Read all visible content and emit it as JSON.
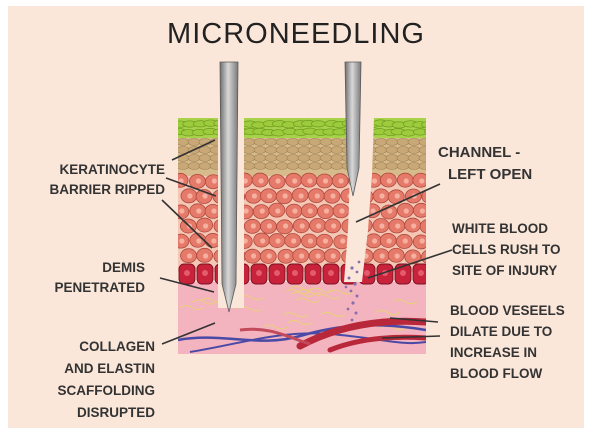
{
  "title": "MICRONEEDLING",
  "labels": {
    "keratinocyte": [
      "KERATINOCYTE",
      "BARRIER RIPPED"
    ],
    "demis": [
      "DEMIS",
      "PENETRATED"
    ],
    "collagen": [
      "COLLAGEN",
      "AND ELASTIN",
      "SCAFFOLDING",
      "DISRUPTED"
    ],
    "channel": [
      "CHANNEL -",
      "LEFT OPEN"
    ],
    "white_blood": [
      "WHITE BLOOD",
      "CELLS RUSH TO",
      "SITE OF INJURY"
    ],
    "blood_vessels": [
      "BLOOD VESEELS",
      "DILATE DUE TO",
      "INCREASE IN",
      "BLOOD FLOW"
    ]
  },
  "colors": {
    "background": "#fbe7d9",
    "stratum_corneum": "#9ccc3c",
    "granular_layer": "#c9a877",
    "spinous_cells": "#e57a6a",
    "basal_cells": "#c8233a",
    "dermis": "#f3b3bf",
    "vessel_red": "#b8283a",
    "vessel_blue": "#4a4aa6",
    "needle": "#9a9a9a"
  }
}
